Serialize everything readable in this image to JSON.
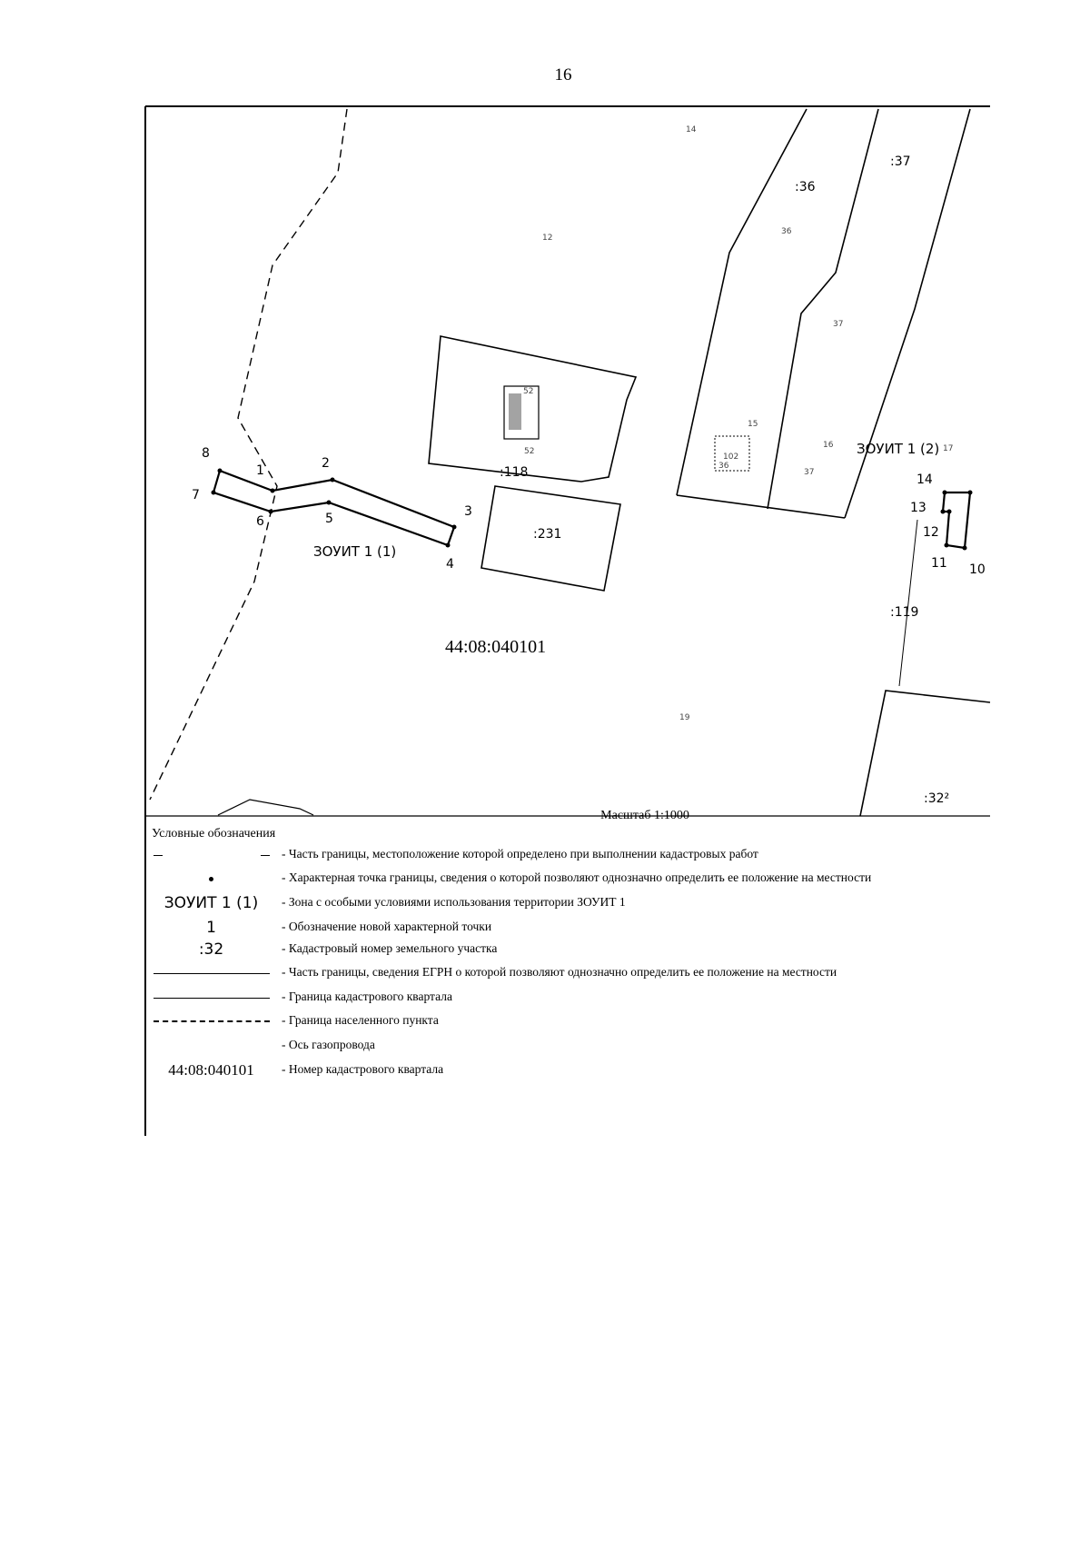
{
  "page": {
    "number": "16"
  },
  "map": {
    "quarter_number": "44:08:040101",
    "scale": "Масштаб 1:1000",
    "zones": [
      "ЗОУИТ 1 (1)",
      "ЗОУИТ 1 (2)"
    ],
    "parcels": [
      ":37",
      ":36",
      ":118",
      ":231",
      ":119",
      ":32²"
    ],
    "small_numbers": [
      "14",
      "12",
      "36",
      "37",
      "15",
      "16",
      "37",
      "52",
      "52",
      "17",
      "102",
      "36",
      "19"
    ],
    "points": [
      "1",
      "2",
      "3",
      "4",
      "5",
      "6",
      "7",
      "8",
      "10",
      "11",
      "12",
      "13",
      "14"
    ]
  },
  "legend": {
    "title": "Условные обозначения",
    "items": [
      {
        "symbol": "",
        "text": "- Часть границы, местоположение которой определено при выполнении кадастровых работ"
      },
      {
        "symbol": "",
        "text": "- Характерная точка границы, сведения о которой позволяют однозначно определить ее положение на местности"
      },
      {
        "symbol": "ЗОУИТ 1 (1)",
        "text": "- Зона с особыми условиями использования территории ЗОУИТ 1"
      },
      {
        "symbol": "1",
        "text": "- Обозначение новой характерной точки"
      },
      {
        "symbol": ":32",
        "text": "- Кадастровый номер земельного участка"
      },
      {
        "symbol": "",
        "text": "- Часть границы, сведения ЕГРН о которой позволяют однозначно определить ее положение на местности"
      },
      {
        "symbol": "",
        "text": "- Граница кадастрового квартала"
      },
      {
        "symbol": "",
        "text": "- Граница населенного пункта"
      },
      {
        "symbol": "",
        "text": "- Ось газопровода"
      },
      {
        "symbol": "44:08:040101",
        "text": "- Номер кадастрового квартала"
      }
    ]
  }
}
